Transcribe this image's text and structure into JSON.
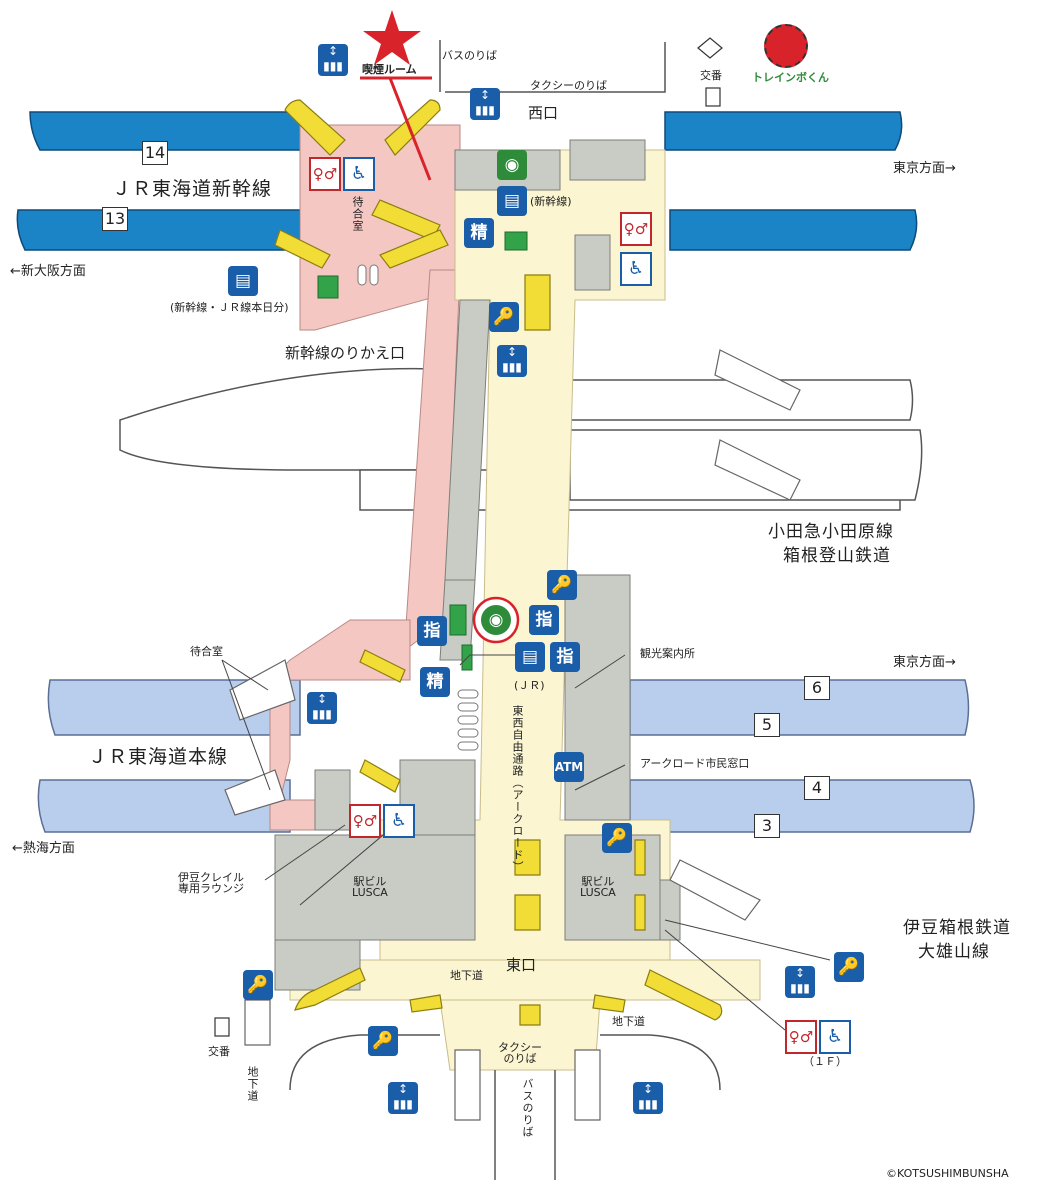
{
  "map": {
    "top_labels": {
      "bus_stop": "バスのりば",
      "taxi_stop": "タクシーのりば",
      "west_exit": "西口",
      "smoking_room": "喫煙ルーム",
      "police_box": "交番",
      "mascot": "トレインボくん"
    },
    "shinkansen": {
      "line_name": "ＪＲ東海道新幹線",
      "track_14": "14",
      "track_13": "13",
      "to_tokyo": "東京方面→",
      "to_shin_osaka": "←新大阪方面",
      "waiting_room": "待合室",
      "ticket_note_shinkansen": "(新幹線)",
      "ticket_note_combined": "(新幹線・ＪＲ線本日分)",
      "transfer_gate": "新幹線のりかえ口"
    },
    "odakyu": {
      "line1": "小田急小田原線",
      "line2": "箱根登山鉄道"
    },
    "conventional": {
      "line_name": "ＪＲ東海道本線",
      "track_6": "6",
      "track_5": "5",
      "track_4": "4",
      "track_3": "3",
      "to_tokyo": "東京方面→",
      "to_atami": "←熱海方面",
      "waiting_room": "待合室",
      "tourist_info": "観光案内所",
      "arcroad_office": "アークロード市民窓口",
      "jr_note": "(ＪＲ)",
      "free_passage": "東西自由通路（アークロード）",
      "izu_lounge": "伊豆クレイル\n専用ラウンジ"
    },
    "east": {
      "lusca_left": "駅ビル\nLUSCA",
      "lusca_right": "駅ビル\nLUSCA",
      "east_exit": "東口",
      "underground_1": "地下道",
      "underground_2": "地下道",
      "underground_3": "地下道",
      "taxi": "タクシー\nのりば",
      "bus": "バスのりば",
      "police_box": "交番",
      "izu_hakone_1": "伊豆箱根鉄道",
      "izu_hakone_2": "大雄山線",
      "floor_note": "（１Ｆ）"
    },
    "icon_text": {
      "reserved": "指",
      "fare_adjust": "精",
      "atm": "ATM"
    },
    "copyright": "©KOTSUSHIMBUNSHA",
    "colors": {
      "shinkansen_track": "#1b84c6",
      "conventional_track": "#b9cdec",
      "jr_area": "#f4c7c3",
      "concourse": "#fbf5d2",
      "building": "#c9ccc4",
      "escalator": "#f1dd36",
      "icon_blue": "#1a5da8",
      "icon_green": "#2e8b3a",
      "star": "#d9232b"
    }
  }
}
